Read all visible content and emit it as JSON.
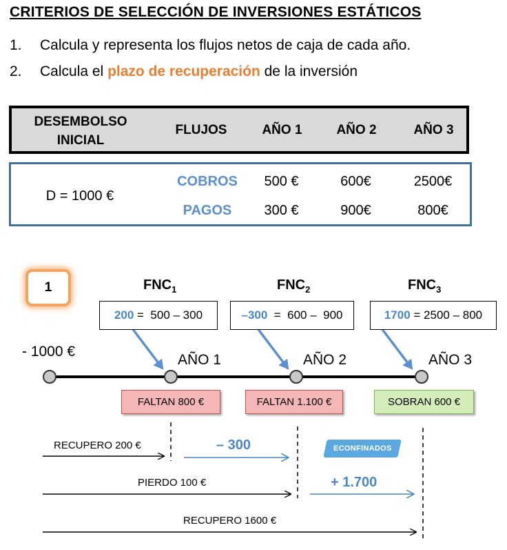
{
  "title": "CRITERIOS DE SELECCIÓN DE INVERSIONES ESTÁTICOS",
  "steps": [
    {
      "num": "1.",
      "text": "Calcula y representa los flujos netos de caja de cada año."
    },
    {
      "num": "2.",
      "pre": "Calcula el ",
      "highlight": "plazo de recuperación",
      "post": " de la inversión"
    }
  ],
  "table": {
    "headers": {
      "desembolso_1": "DESEMBOLSO",
      "desembolso_2": "INICIAL",
      "flujos": "FLUJOS",
      "y1": "AÑO 1",
      "y2": "AÑO 2",
      "y3": "AÑO 3"
    },
    "desembolso": "D = 1000 €",
    "cobros": {
      "label": "COBROS",
      "y1": "500 €",
      "y2": "600€",
      "y3": "2500€"
    },
    "pagos": {
      "label": "PAGOS",
      "y1": "300 €",
      "y2": "900€",
      "y3": "800€"
    }
  },
  "diagram": {
    "badge": "1",
    "fnc_base": "FNC",
    "fnc_subs": [
      "1",
      "2",
      "3"
    ],
    "boxes": [
      {
        "value": "200",
        "expr": " =  500 – 300"
      },
      {
        "value": "–300",
        "expr": "  =  600 –  900"
      },
      {
        "value": "1700",
        "expr": " = 2500 – 800"
      }
    ],
    "initial": "- 1000 €",
    "years": [
      "AÑO 1",
      "AÑO 2",
      "AÑO 3"
    ],
    "status": [
      "FALTAN 800 €",
      "FALTAN 1.100 €",
      "SOBRAN 600 €"
    ],
    "recupero_200": "RECUPERO 200 €",
    "minus_300": "– 300",
    "pierdo_100": "PIERDO 100 €",
    "plus_1700": "+ 1.700",
    "recupero_1600": "RECUPERO 1600 €",
    "watermark": "ECONFINADOS"
  },
  "colors": {
    "accent_orange": "#ed7d31",
    "accent_blue": "#4a86c8",
    "table_border_blue": "#41719c",
    "header_gray": "#d9d9d9"
  }
}
